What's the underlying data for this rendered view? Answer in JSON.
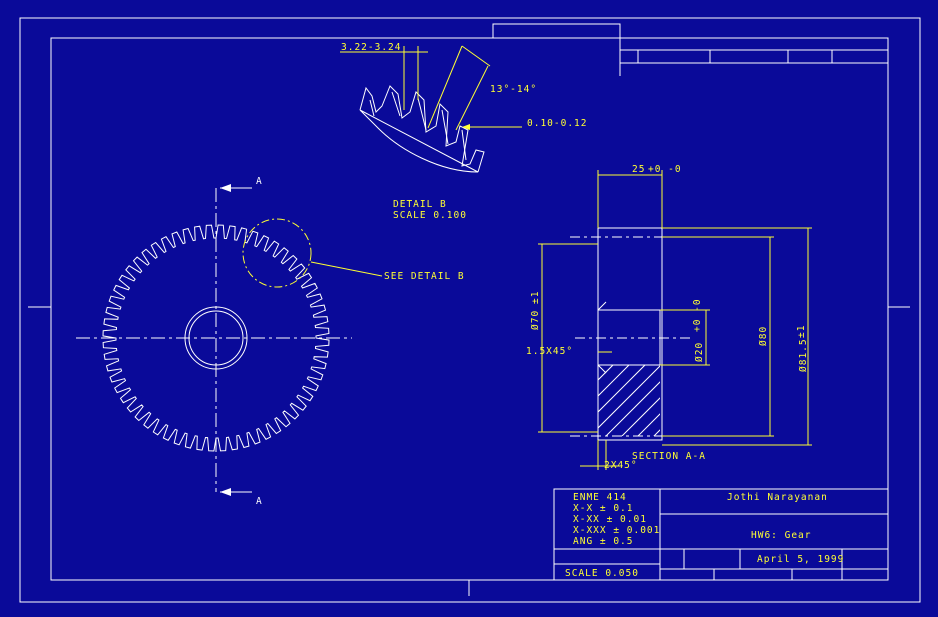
{
  "colors": {
    "background": "#0a0a99",
    "lines": "#ffffff",
    "dimensions": "#ffff33"
  },
  "detail_b": {
    "pitch_dim": "3.22-3.24",
    "angle_dim": "13°-14°",
    "gap_dim": "0.10-0.12",
    "title": "DETAIL  B",
    "scale": "SCALE  0.100"
  },
  "gear_view": {
    "see_detail": "SEE DETAIL  B",
    "section_mark_top": "A",
    "section_mark_bottom": "A",
    "tooth_count": 60
  },
  "section_view": {
    "width_dim": "25",
    "width_tol": "+0 -0",
    "bore_dim": "Ø70",
    "bore_tol": "±1",
    "hub_dim": "Ø20",
    "hub_tol": "+0 -0",
    "pitch_dim": "Ø80",
    "outer_dim": "Ø81.5",
    "outer_tol": "±1",
    "chamfer_dim": "1.5X45°",
    "chamfer2_dim": "2X45°",
    "label": "SECTION  A-A"
  },
  "title_block": {
    "course": "ENME 414",
    "tol1": "X-X ± 0.1",
    "tol2": "X-XX ± 0.01",
    "tol3": "X-XXX ± 0.001",
    "tol4": "ANG ± 0.5",
    "author": "Jothi Narayanan",
    "assignment": "HW6: Gear",
    "date": "April 5, 1999",
    "scale": "SCALE  0.050"
  }
}
